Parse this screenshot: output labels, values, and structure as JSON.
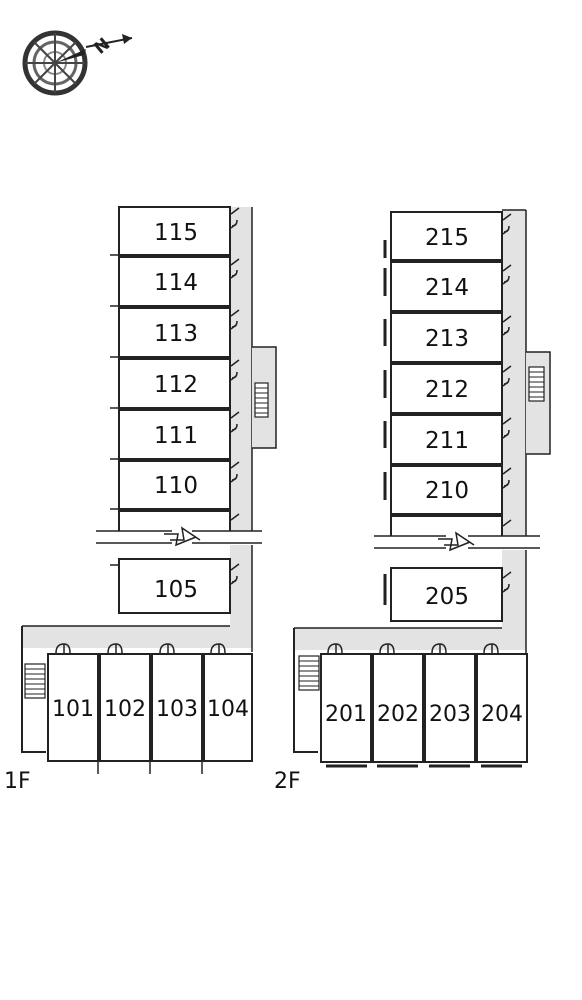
{
  "compass": {
    "north_letter": "N",
    "icon": "compass-icon"
  },
  "floors": [
    {
      "label": "1F",
      "vertical_units": [
        "115",
        "114",
        "113",
        "112",
        "111",
        "110",
        "105"
      ],
      "horizontal_units": [
        "101",
        "102",
        "103",
        "104"
      ]
    },
    {
      "label": "2F",
      "vertical_units": [
        "215",
        "214",
        "213",
        "212",
        "211",
        "210",
        "205"
      ],
      "horizontal_units": [
        "201",
        "202",
        "203",
        "204"
      ]
    }
  ],
  "colors": {
    "line": "#222222",
    "corridor": "#e3e3e3",
    "bg": "#ffffff"
  }
}
